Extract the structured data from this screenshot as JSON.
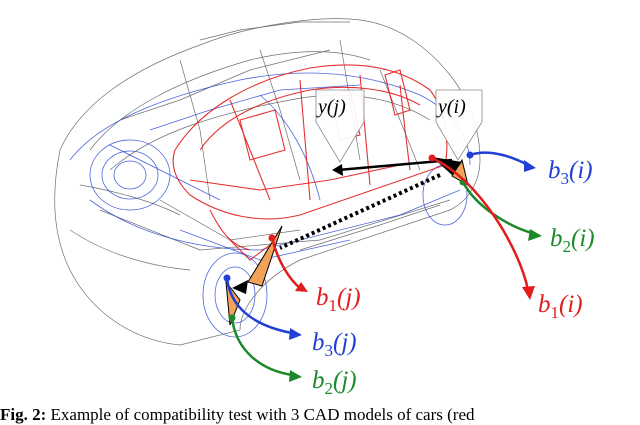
{
  "figure": {
    "colors": {
      "red": "#e21c1c",
      "blue": "#1f3fd6",
      "green": "#1c8a2a",
      "black": "#000000",
      "orange": "#f2a35a",
      "gray": "#555555"
    },
    "labels": {
      "y_j": "y(j)",
      "y_i": "y(i)",
      "b3_i": "b3(i)",
      "b2_i": "b2(i)",
      "b1_i": "b1(i)",
      "b1_j": "b1(j)",
      "b3_j": "b3(j)",
      "b2_j": "b2(j)"
    }
  },
  "caption": {
    "prefix": "Fig. 2:",
    "text": " Example of compatibility test with 3 CAD models of cars (red"
  }
}
